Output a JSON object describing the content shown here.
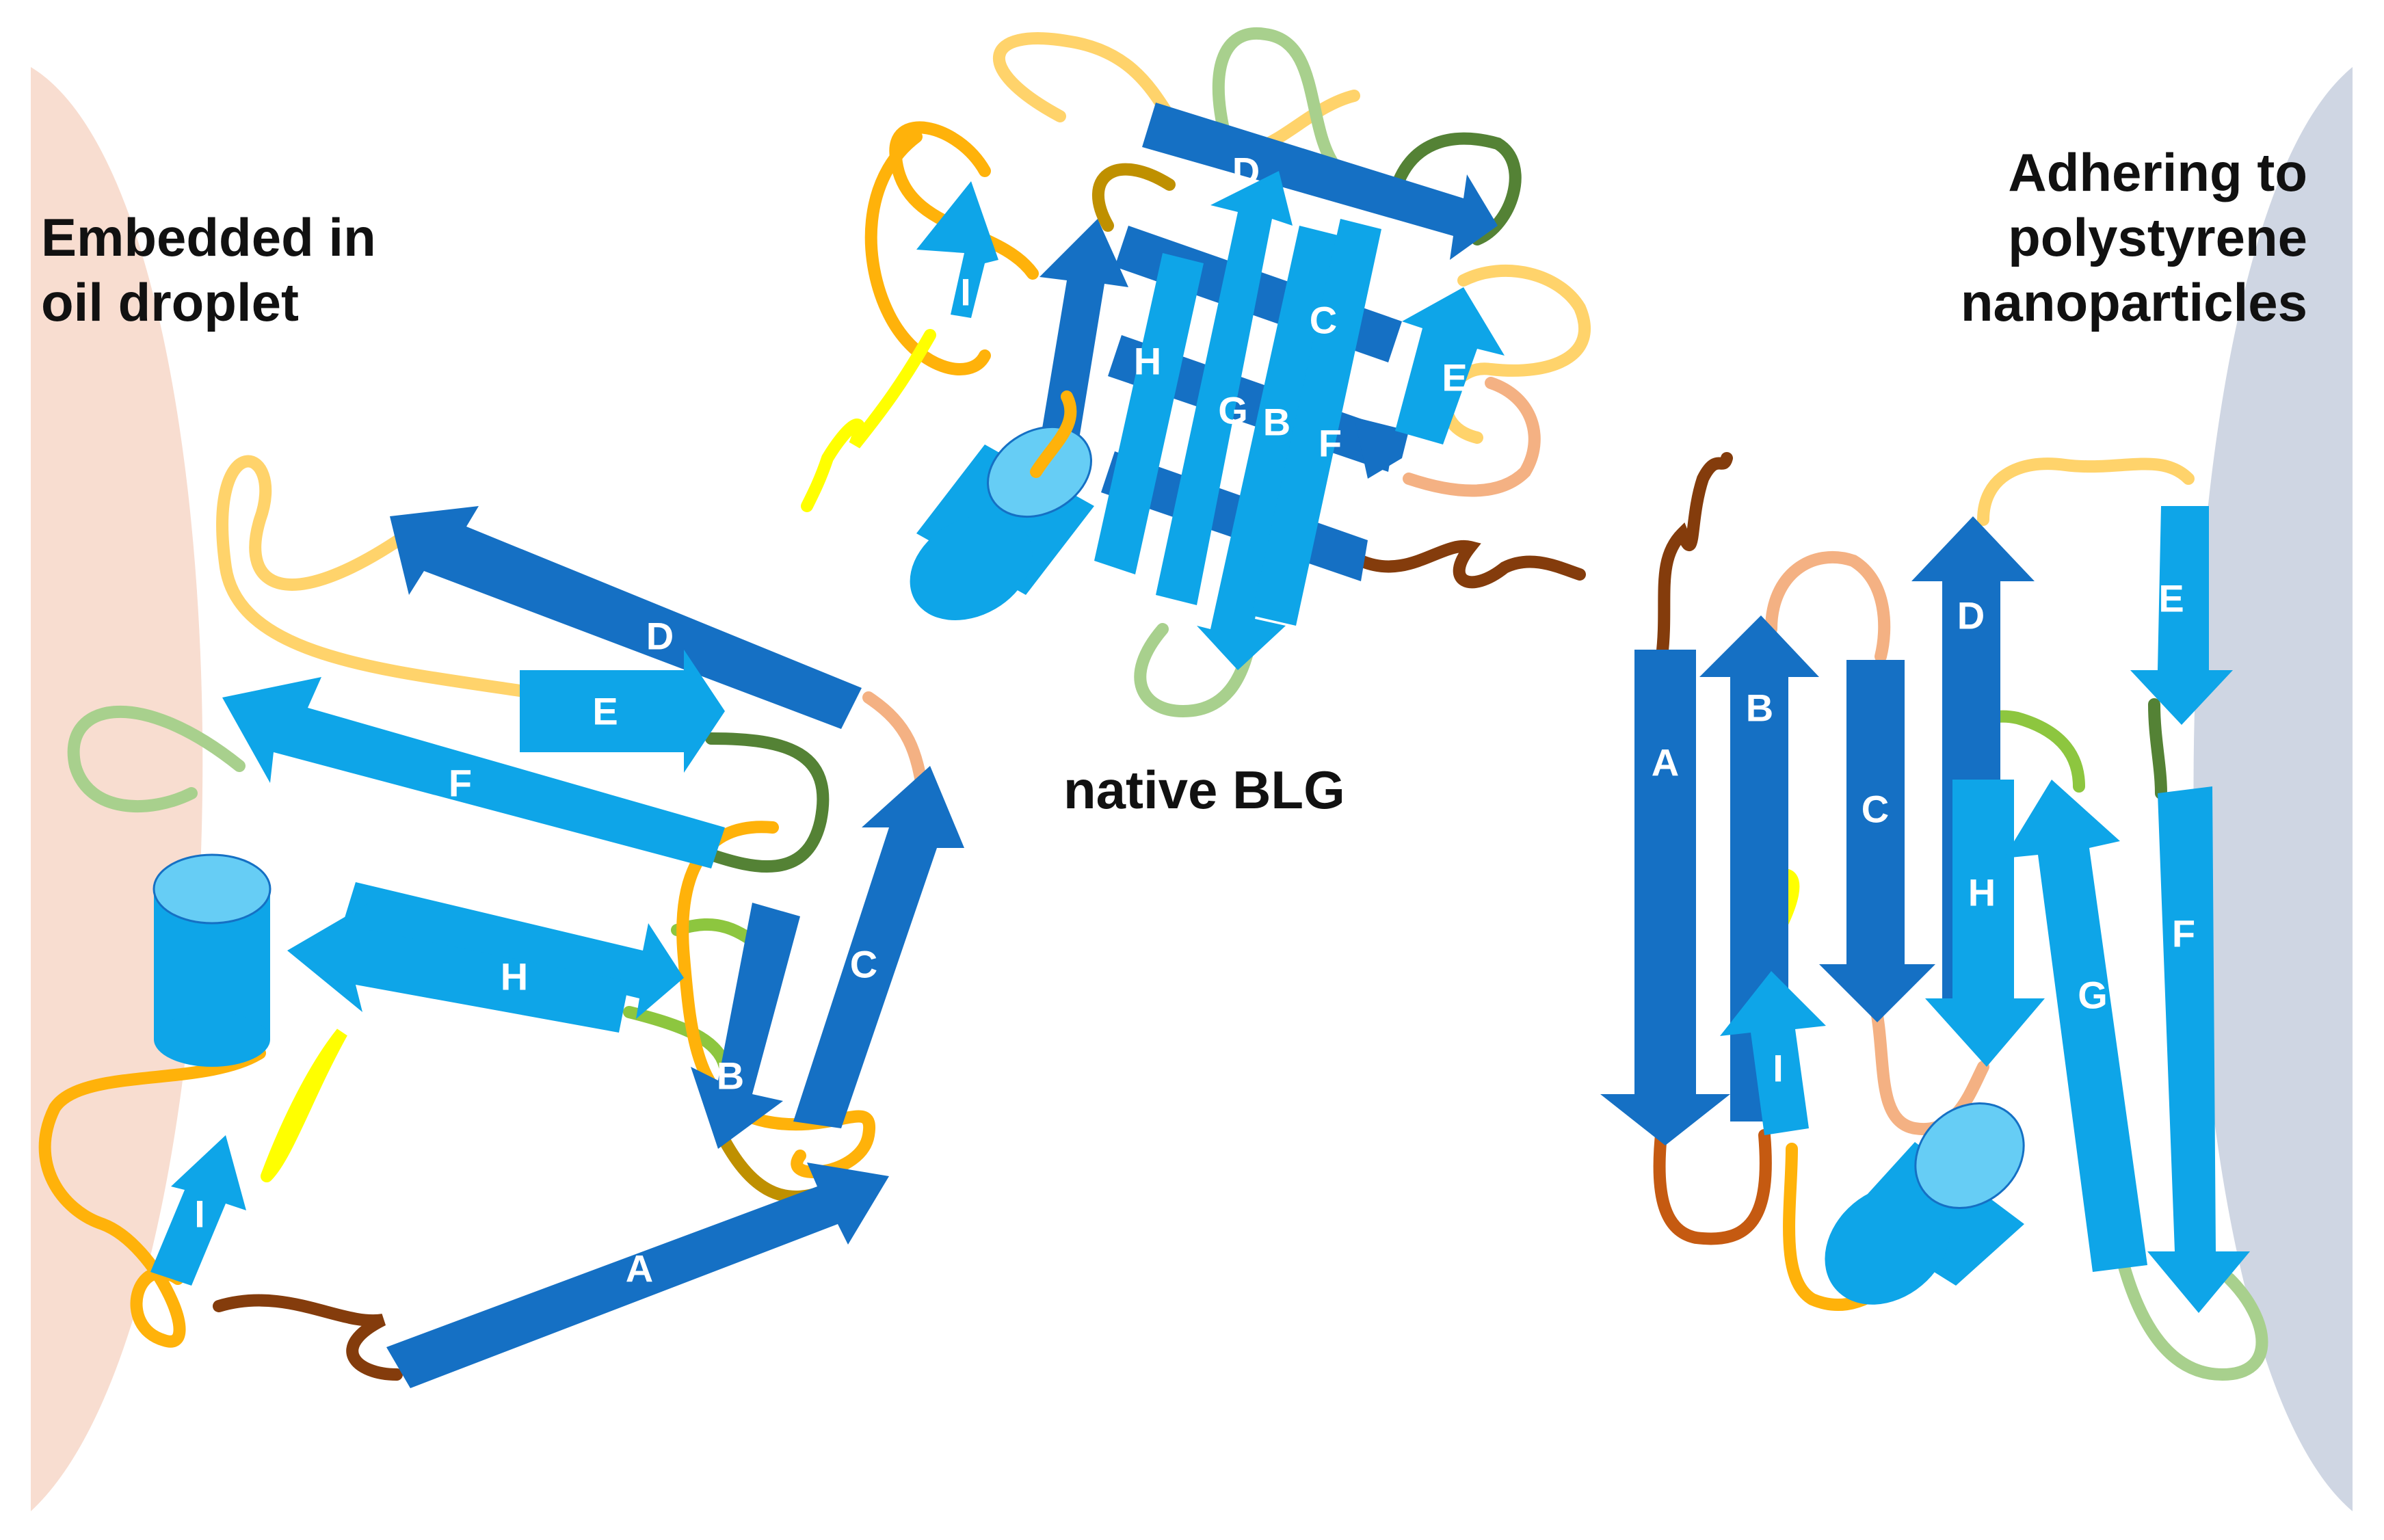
{
  "captions": {
    "left_line1": "Embedded in",
    "left_line2": "oil droplet",
    "middle": "native BLG",
    "right_line1": "Adhering to",
    "right_line2": "polystyrene",
    "right_line3": "nanoparticles"
  },
  "strand_labels": {
    "A": "A",
    "B": "B",
    "C": "C",
    "D": "D",
    "E": "E",
    "F": "F",
    "G": "G",
    "H": "H",
    "I": "I"
  },
  "colors": {
    "strand_dark": "#1570c4",
    "strand_light": "#0ea5e8",
    "helix": "#0ea5e8",
    "helix_top": "#66cdf5",
    "oil_droplet": "#f8ddd0",
    "polystyrene": "#cfd6e3",
    "loop_orange": "#ffb20a",
    "loop_light_orange": "#ffd36b",
    "loop_light_green": "#a8d08d",
    "loop_dark_green": "#548235",
    "loop_green": "#8dc63f",
    "loop_peach": "#f4b183",
    "loop_brown": "#843c0c",
    "loop_olive": "#bf9000",
    "loop_yellow": "#ffff00",
    "loop_rust": "#c55a11"
  }
}
